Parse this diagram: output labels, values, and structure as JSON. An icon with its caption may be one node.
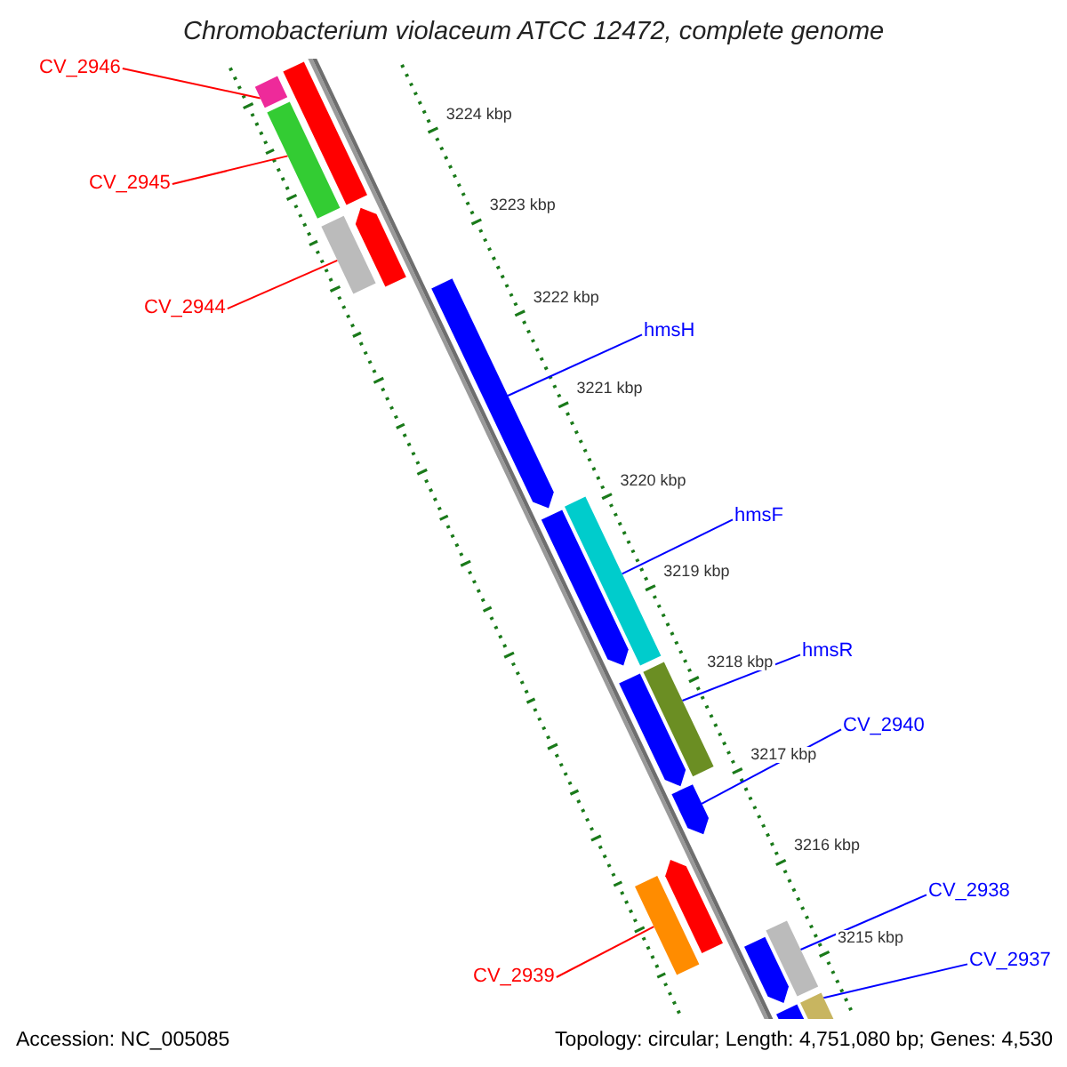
{
  "diagram": {
    "title": "Chromobacterium violaceum ATCC 12472, complete genome",
    "nodes": [
      {
        "text": [
          "CV_2946"
        ]
      },
      {
        "text": [],
        "shape": "bar"
      },
      {
        "text": [
          "CV_2945"
        ]
      },
      {
        "text": [],
        "shape": "bar"
      },
      {
        "text": [
          "CV_2944"
        ]
      },
      {
        "text": [],
        "shape": "bar"
      },
      {
        "text": [
          "hmsH"
        ]
      },
      {
        "text": [],
        "shape": "bar"
      },
      {
        "text": [
          "hmsF"
        ]
      },
      {
        "text": [],
        "shape": "bar"
      },
      {
        "text": [
          "hmsR"
        ]
      },
      {
        "text": [],
        "shape": "bar"
      },
      {
        "text": [
          "CV_2940"
        ]
      },
      {
        "text": [],
        "shape": "bar"
      },
      {
        "text": [
          "CV_2938"
        ]
      },
      {
        "text": [],
        "shape": "bar"
      },
      {
        "text": [
          "CV_2937"
        ]
      },
      {
        "text": [],
        "shape": "bar"
      },
      {
        "text": [
          "CV_2939"
        ]
      },
      {
        "text": [],
        "shape": "bar"
      },
      {
        "text": [],
        "shape": "bar"
      },
      {
        "text": [],
        "shape": "bar"
      },
      {
        "text": [],
        "shape": "bar"
      },
      {
        "text": [],
        "shape": "bar"
      },
      {
        "text": [],
        "shape": "bar"
      },
      {
        "text": [],
        "shape": "bar"
      },
      {
        "text": [],
        "shape": "bar"
      }
    ],
    "edges": [
      {
        "from": 0,
        "to": 1,
        "arrow": "none",
        "color": "#ff0000"
      },
      {
        "from": 2,
        "to": 3,
        "arrow": "none",
        "color": "#ff0000"
      },
      {
        "from": 4,
        "to": 5,
        "arrow": "none",
        "color": "#ff0000"
      },
      {
        "from": 6,
        "to": 7,
        "arrow": "none"
      },
      {
        "from": 8,
        "to": 9,
        "arrow": "none"
      },
      {
        "from": 10,
        "to": 11,
        "arrow": "none"
      },
      {
        "from": 12,
        "to": 13,
        "arrow": "none"
      },
      {
        "from": 14,
        "to": 15,
        "arrow": "none"
      },
      {
        "from": 16,
        "to": 17,
        "arrow": "none"
      },
      {
        "from": 18,
        "to": 19,
        "arrow": "none",
        "color": "#ff0000"
      }
    ],
    "labels": [
      "3224 kbp",
      "3223 kbp",
      "3222 kbp",
      "3221 kbp",
      "3220 kbp",
      "3219 kbp",
      "3218 kbp",
      "3217 kbp",
      "3216 kbp",
      "3215 kbp",
      "Accession: NC_005085",
      "Topology: circular; Length: 4,751,080 bp; Genes: 4,530"
    ]
  }
}
